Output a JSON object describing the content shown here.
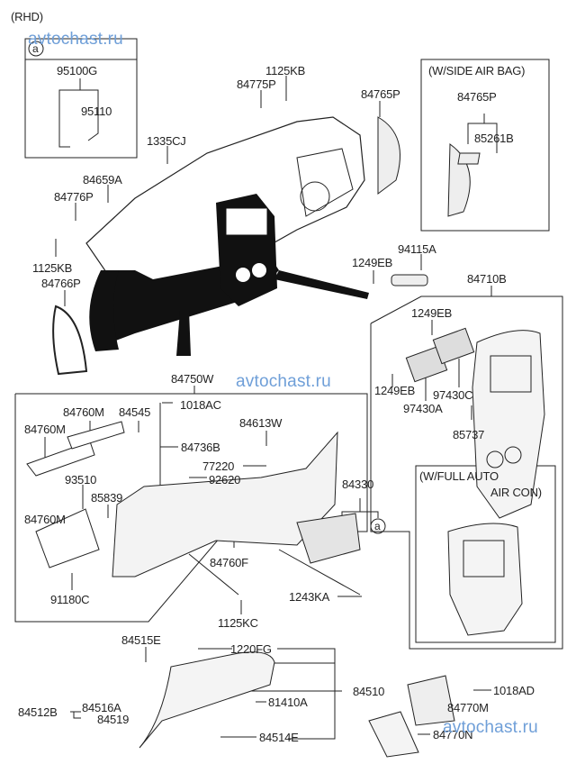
{
  "diagram": {
    "region_tag": "(RHD)",
    "watermark": "avtochast.ru",
    "inset_a": {
      "marker": "a",
      "parts": [
        "95100G",
        "95110"
      ]
    },
    "inset_side_airbag": {
      "title": "(W/SIDE AIR BAG)",
      "parts": [
        "84765P",
        "85261B"
      ]
    },
    "inset_full_auto": {
      "title_line1": "(W/FULL AUTO",
      "title_line2": "AIR CON)"
    },
    "callout_a_marker": "a",
    "labels": {
      "p1125KB_top": "1125KB",
      "p84775P": "84775P",
      "p84765P": "84765P",
      "p1335CJ": "1335CJ",
      "p84659A": "84659A",
      "p84776P": "84776P",
      "p1125KB_left": "1125KB",
      "p84766P": "84766P",
      "p1249EB_top": "1249EB",
      "p94115A": "94115A",
      "p84710B": "84710B",
      "p1249EB_mid": "1249EB",
      "p1249EB_low": "1249EB",
      "p97430C": "97430C",
      "p97430A": "97430A",
      "p85737": "85737",
      "p84750W": "84750W",
      "p1018AC": "1018AC",
      "p84760M_a": "84760M",
      "p84545": "84545",
      "p84760M_b": "84760M",
      "p84736B": "84736B",
      "p84613W": "84613W",
      "p77220": "77220",
      "p92620": "92620",
      "p93510": "93510",
      "p85839": "85839",
      "p84760M_c": "84760M",
      "p84330": "84330",
      "p84760F": "84760F",
      "p91180C": "91180C",
      "p1243KA": "1243KA",
      "p1125KC": "1125KC",
      "p84515E": "84515E",
      "p1220FG": "1220FG",
      "p84510": "84510",
      "p1018AD": "1018AD",
      "p84516A": "84516A",
      "p84512B": "84512B",
      "p84519": "84519",
      "p81410A": "81410A",
      "p84770M": "84770M",
      "p84514E": "84514E",
      "p84770N": "84770N"
    }
  }
}
